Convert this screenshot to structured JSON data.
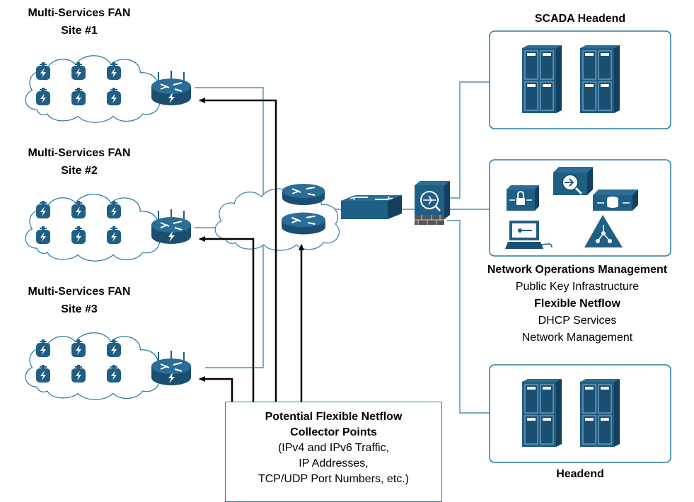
{
  "sites": [
    {
      "title_line1": "Multi-Services FAN",
      "title_line2": "Site #1"
    },
    {
      "title_line1": "Multi-Services FAN",
      "title_line2": "Site #2"
    },
    {
      "title_line1": "Multi-Services FAN",
      "title_line2": "Site #3"
    }
  ],
  "scada": {
    "title": "SCADA Headend"
  },
  "headend": {
    "title": "Headend"
  },
  "operations": {
    "title": "Network Operations Management",
    "items": [
      "Public Key Infrastructure",
      "Flexible Netflow",
      "DHCP Services",
      "Network Management"
    ]
  },
  "collector": {
    "title_line1": "Potential Flexible Netflow",
    "title_line2": "Collector Points",
    "detail_line1": "(IPv4 and IPv6 Traffic,",
    "detail_line2": "IP Addresses,",
    "detail_line3": "TCP/UDP Port Numbers, etc.)"
  },
  "colors": {
    "device_blue": "#1f5f86",
    "line_blue": "#2b7ba0",
    "arrow": "#000000"
  },
  "icons": [
    "cloud-icon",
    "meter-icon",
    "router-icon",
    "switch-icon",
    "firewall-icon",
    "server-icon",
    "workstation-icon",
    "lock-icon"
  ]
}
